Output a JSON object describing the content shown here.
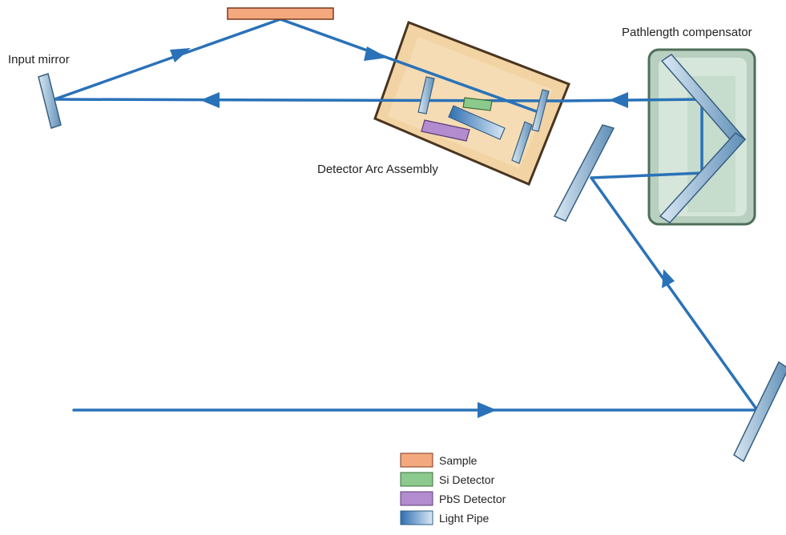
{
  "labels": {
    "input_mirror": "Input mirror",
    "pathlength_compensator": "Pathlength compensator",
    "detector_arc_assembly": "Detector Arc Assembly"
  },
  "legend": {
    "items": [
      {
        "key": "sample",
        "label": "Sample",
        "color": "#f4a87e"
      },
      {
        "key": "si",
        "label": "Si Detector",
        "color": "#8cc98c"
      },
      {
        "key": "pbs",
        "label": "PbS Detector",
        "color": "#b38ccf"
      },
      {
        "key": "light_pipe",
        "label": "Light Pipe",
        "color": "#5a93c8"
      }
    ]
  },
  "colors": {
    "beam": "#2a72b8",
    "mirror_fill": "#9fbfd8",
    "mirror_stroke": "#3a5f80",
    "assembly_fill": "#f2d3a4",
    "assembly_stroke": "#6a4a2a",
    "compensator_fill": "#c9dccf",
    "compensator_stroke": "#4e6e5a"
  }
}
